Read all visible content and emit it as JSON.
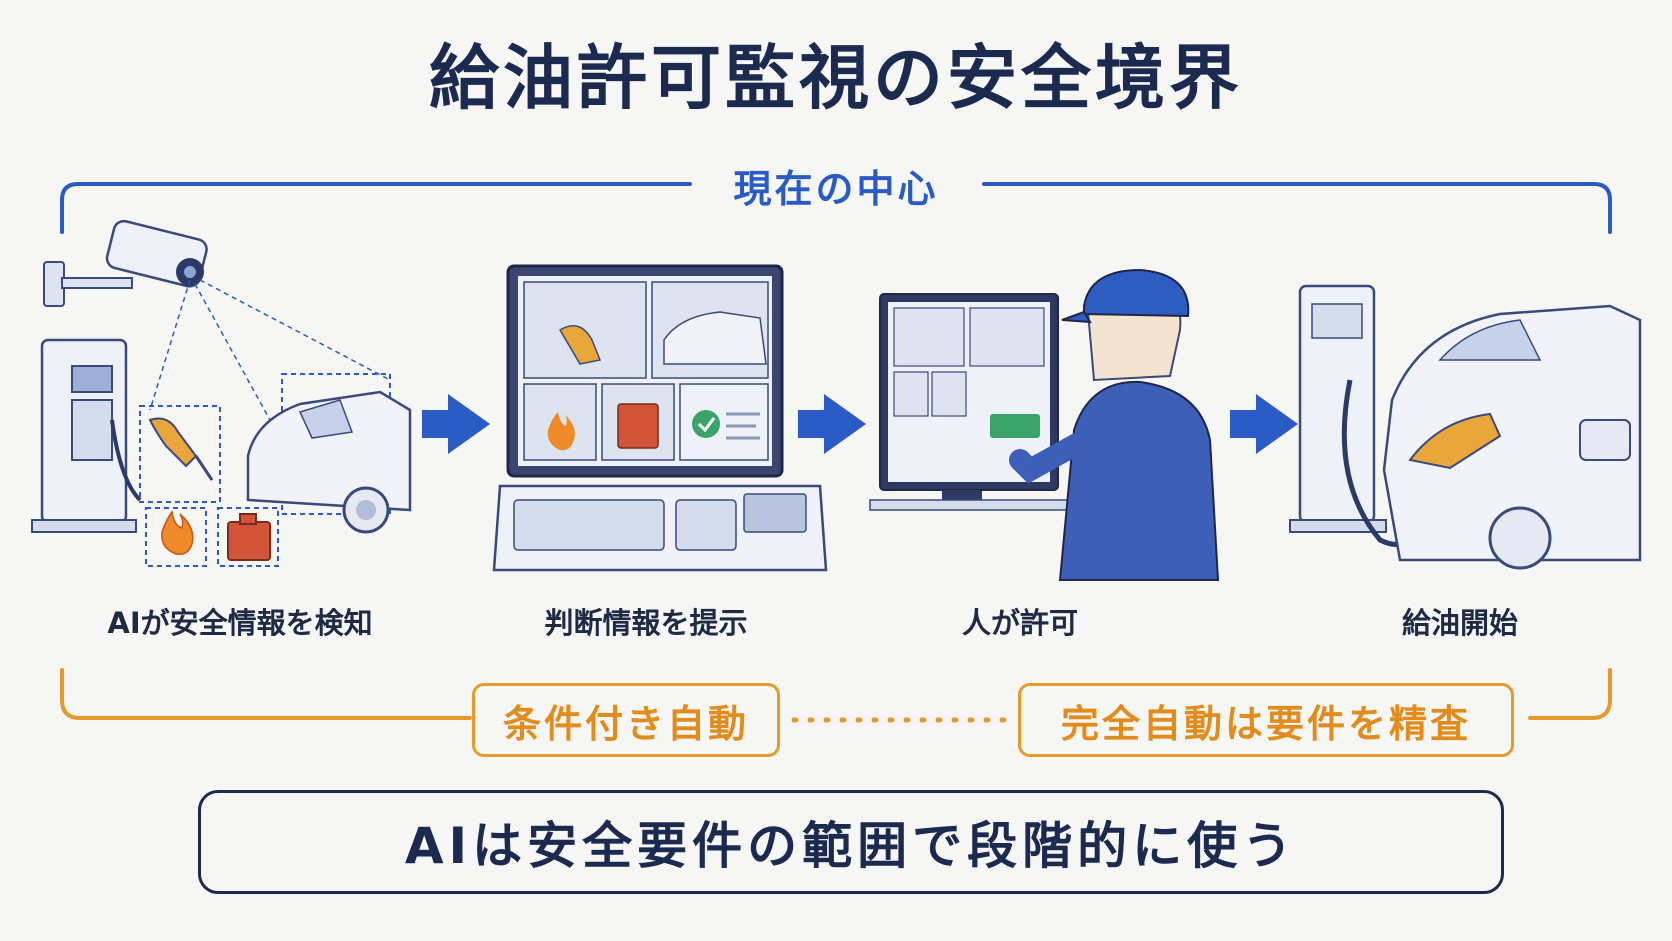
{
  "title": "給油許可監視の安全境界",
  "bracket_top_label": "現在の中心",
  "steps": [
    {
      "label": "AIが安全情報を検知"
    },
    {
      "label": "判断情報を提示"
    },
    {
      "label": "人が許可"
    },
    {
      "label": "給油開始"
    }
  ],
  "bracket_bottom": {
    "left_label": "条件付き自動",
    "right_label": "完全自動は要件を精査"
  },
  "summary": "AIは安全要件の範囲で段階的に使う",
  "colors": {
    "blue_accent": "#2a5bc4",
    "orange_accent": "#e59a2b",
    "navy_text": "#1b2a4e"
  },
  "icons": [
    "camera-icon",
    "fuel-pump-icon",
    "nozzle-icon",
    "flame-icon",
    "fuel-can-icon",
    "car-icon",
    "monitor-icon",
    "control-console-icon",
    "check-icon",
    "operator-icon",
    "arrow-right-icon"
  ]
}
